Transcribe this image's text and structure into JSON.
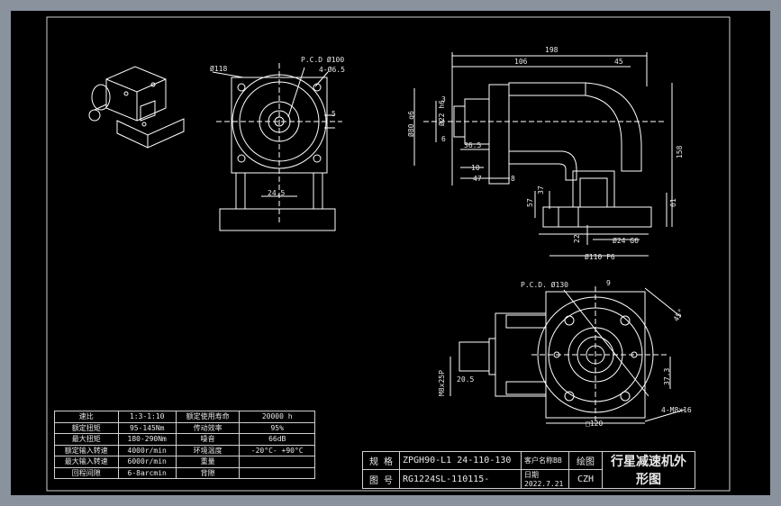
{
  "colors": {
    "background": "#8a929e",
    "canvas": "#000000",
    "line": "#ffffff",
    "frame": "#d0d0d0"
  },
  "views": {
    "front": {
      "dim_outer": "Ø118",
      "dim_pcd": "P.C.D Ø100",
      "dim_holes": "4-Ø6.5",
      "dim_key": "5",
      "dim_shaft": "24.5"
    },
    "side": {
      "dim_total": "198",
      "dim_body": "106",
      "dim_head": "45",
      "dim_key_len": "3",
      "dim_shaft_d1": "Ø22 h6",
      "dim_shaft_d2": "Ø80 g6",
      "dim_key_w": "6",
      "dim_shaft_len": "36.5",
      "dim_shoulder": "10",
      "dim_flange": "47",
      "dim_gap": "8",
      "dim_height": "158",
      "dim_a": "57",
      "dim_b": "37",
      "dim_c": "61",
      "dim_bore": "Ø24 G6",
      "dim_pilot": "Ø110 F6",
      "dim_d": "22"
    },
    "bottom": {
      "dim_pcd": "P.C.D. Ø130",
      "dim_9": "9",
      "dim_angle": "45°",
      "dim_thread": "M8x25P",
      "dim_205": "20.5",
      "dim_373": "37.3",
      "dim_holes": "4-M8x16",
      "dim_120": "□120"
    }
  },
  "specs": [
    [
      "速比",
      "1:3-1:10",
      "额定使用寿命",
      "20000 h"
    ],
    [
      "额定扭矩",
      "95-145Nm",
      "传动效率",
      "95%"
    ],
    [
      "最大扭矩",
      "180-290Nm",
      "噪音",
      "66dB"
    ],
    [
      "额定输入转速",
      "4000r/min",
      "环境温度",
      "-20°C- +90°C"
    ],
    [
      "最大输入转速",
      "6000r/min",
      "重量",
      ""
    ],
    [
      "回程间隙",
      "6-8arcmin",
      "背隙",
      ""
    ]
  ],
  "title_block": {
    "label_spec": "规 格",
    "spec": "ZPGH90-L1 24-110-130",
    "label_customer": "客户名称",
    "customer": "BB",
    "label_drawer": "绘图",
    "label_drawing_no": "图 号",
    "drawing_no": "RG1224SL-110115-",
    "label_date": "日期",
    "date": "2022.7.21",
    "drawer": "CZH",
    "title": "行星减速机外形图"
  }
}
